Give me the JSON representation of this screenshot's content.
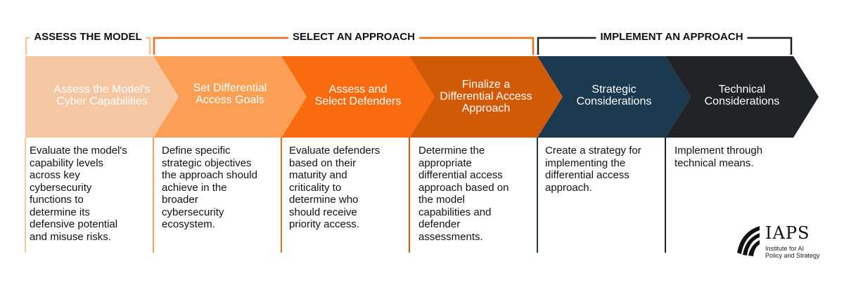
{
  "phases": [
    {
      "label": "ASSESS THE MODEL",
      "color": "#f6c49f"
    },
    {
      "label": "SELECT AN APPROACH",
      "color": "#ff6a10"
    },
    {
      "label": "IMPLEMENT AN APPROACH",
      "color": "#1a1f26"
    }
  ],
  "steps": [
    {
      "title_lines": [
        "Assess the Model's",
        "Cyber Capabilities"
      ],
      "color": "#f5c6a2",
      "desc_lines": [
        "Evaluate the model's",
        "capability levels",
        "across key",
        "cybersecurity",
        "functions to",
        "determine its",
        "defensive potential",
        "and misuse risks."
      ]
    },
    {
      "title_lines": [
        "Set Differential",
        "Access Goals"
      ],
      "color": "#fb9f54",
      "desc_lines": [
        "Define specific",
        "strategic objectives",
        "the approach should",
        "achieve in the",
        "broader",
        "cybersecurity",
        "ecosystem."
      ]
    },
    {
      "title_lines": [
        "Assess and",
        "Select Defenders"
      ],
      "color": "#fa6b10",
      "desc_lines": [
        "Evaluate defenders",
        "based on their",
        "maturity and",
        "criticality to",
        "determine who",
        "should receive",
        "priority access."
      ]
    },
    {
      "title_lines": [
        "Finalize a",
        "Differential Access",
        "Approach"
      ],
      "color": "#d15a06",
      "desc_lines": [
        "Determine the",
        "appropriate",
        "differential access",
        "approach based on",
        "the model",
        "capabilities and",
        "defender",
        "assessments."
      ]
    },
    {
      "title_lines": [
        "Strategic",
        "Considerations"
      ],
      "color": "#1b394f",
      "desc_lines": [
        "Create a strategy for",
        "implementing the",
        "differential access",
        "approach."
      ]
    },
    {
      "title_lines": [
        "Technical",
        "Considerations"
      ],
      "color": "#222326",
      "desc_lines": [
        "Implement through",
        "technical means."
      ]
    }
  ],
  "logo": {
    "title": "IAPS",
    "subtitle_lines": [
      "Institute for AI",
      "Policy and Strategy"
    ]
  }
}
